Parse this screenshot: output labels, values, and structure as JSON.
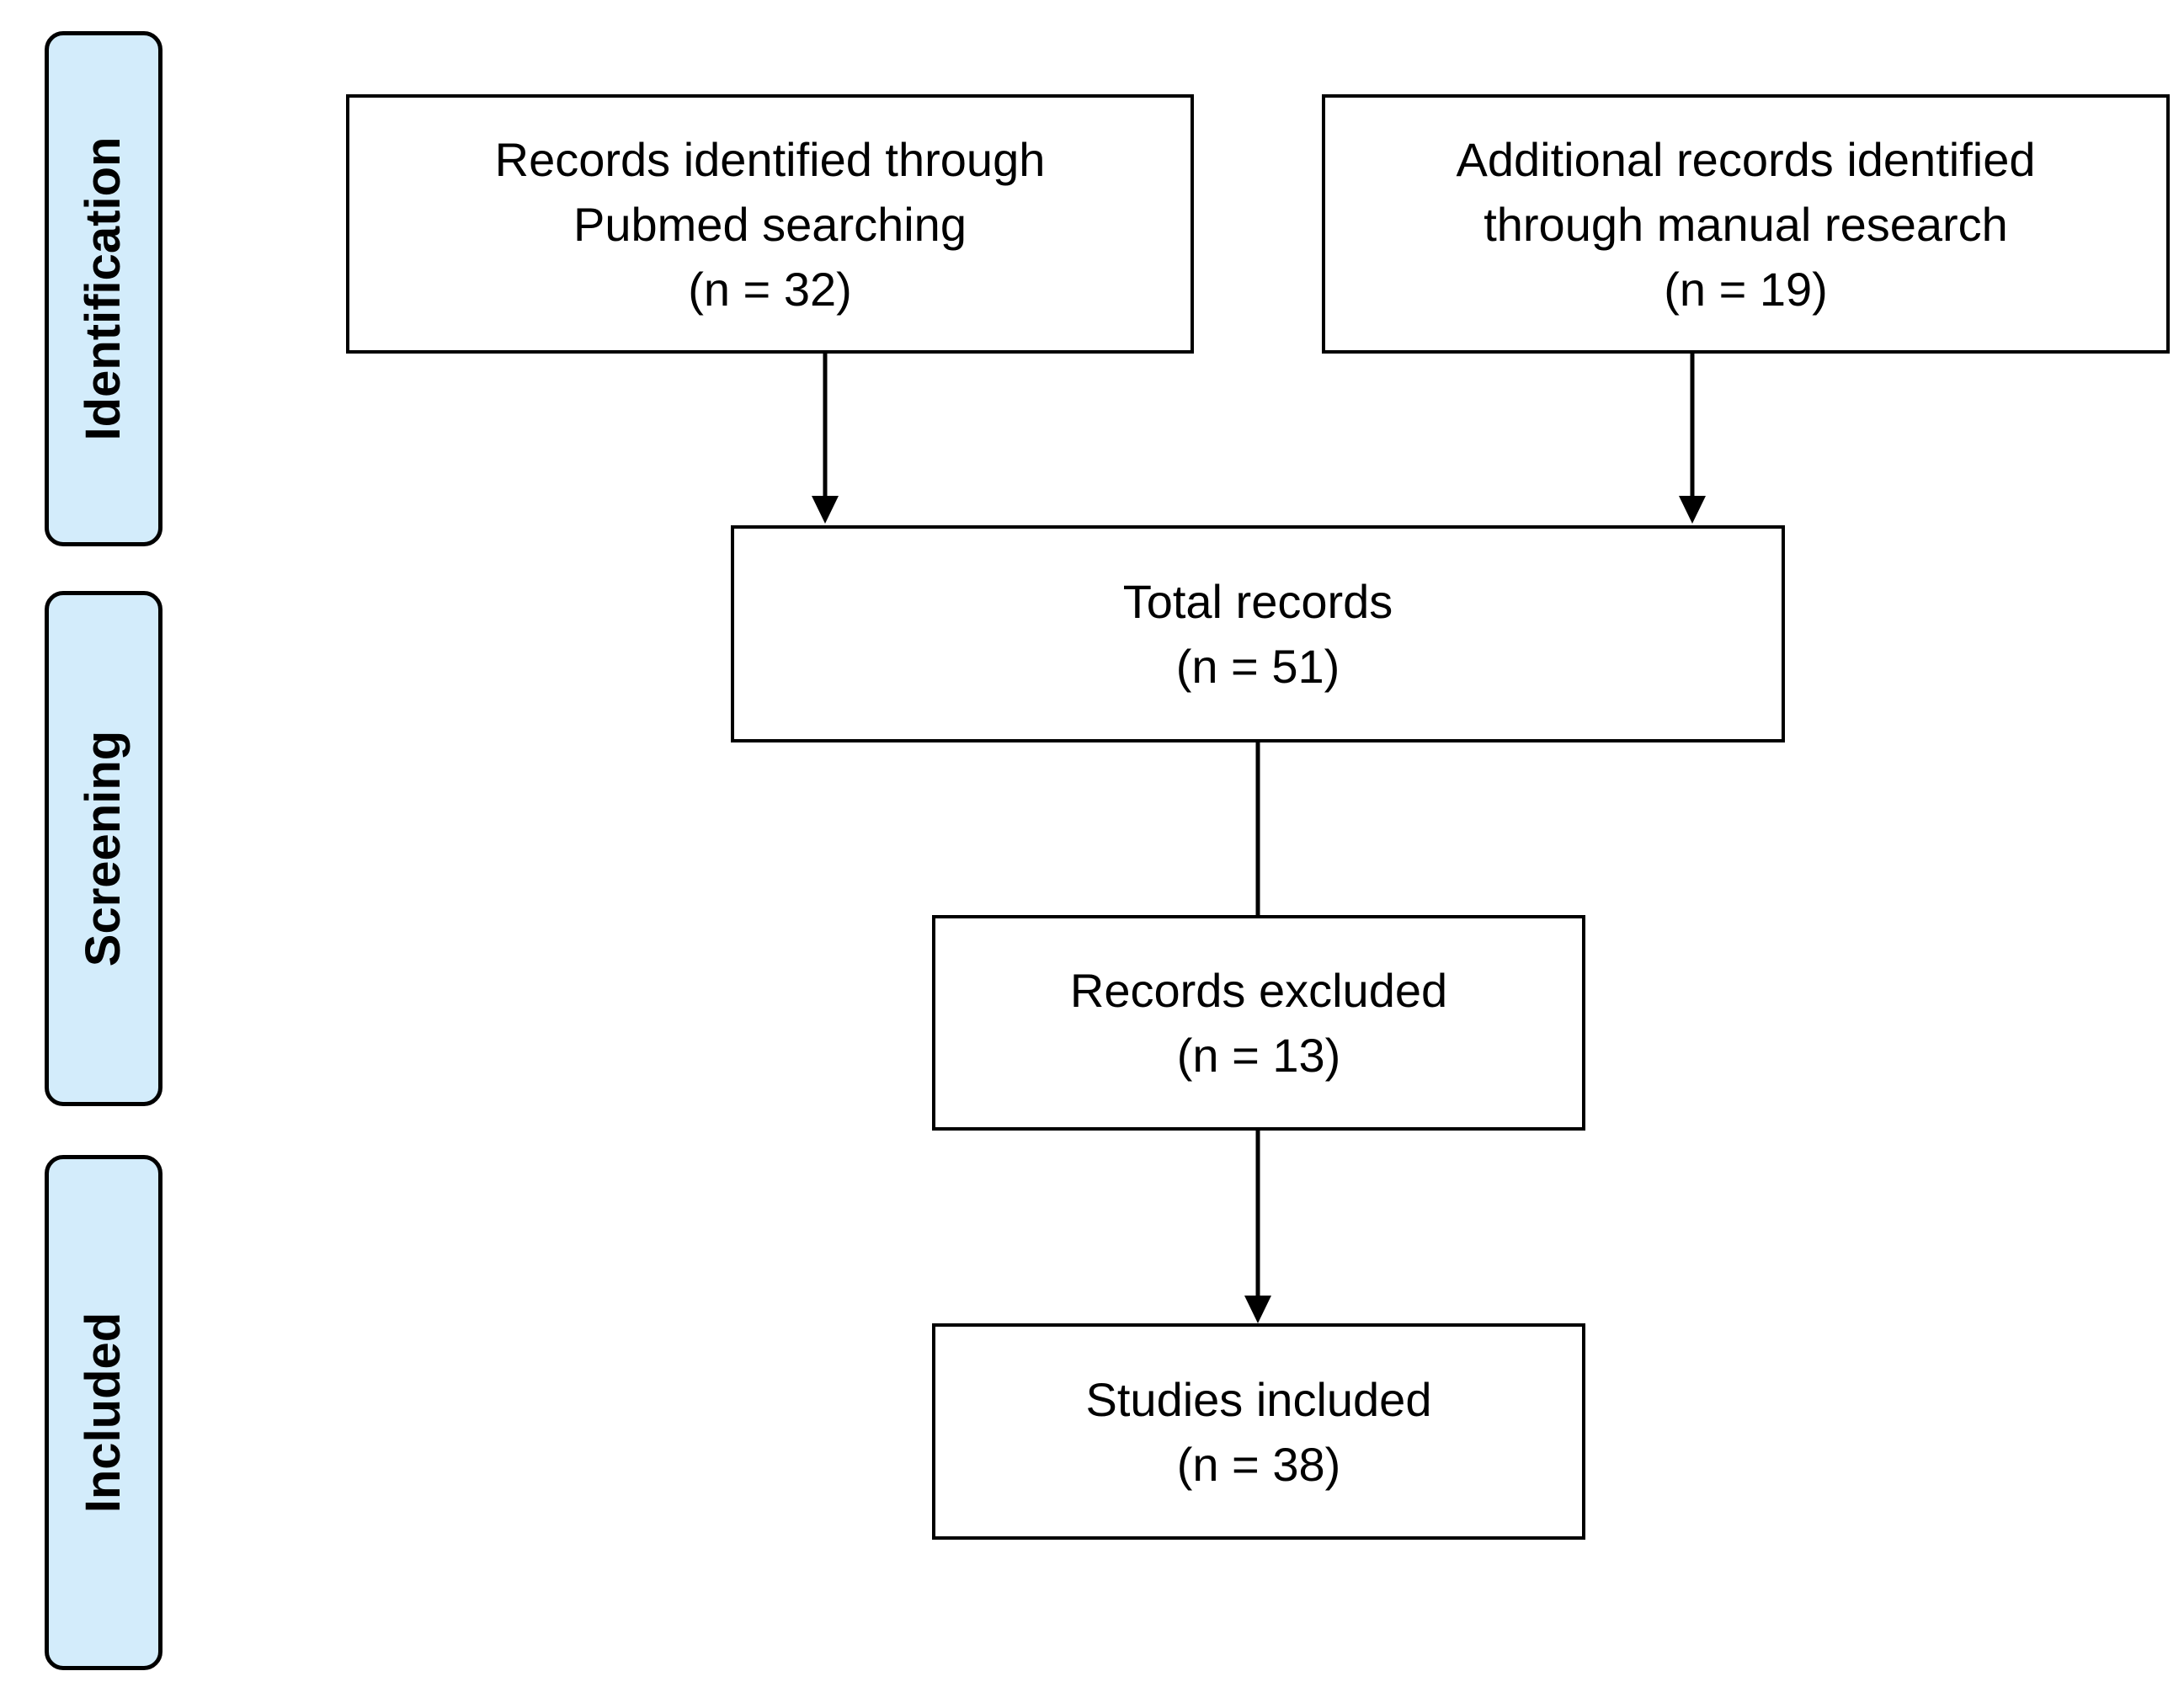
{
  "stages": [
    {
      "label": "Identification"
    },
    {
      "label": "Screening"
    },
    {
      "label": "Included"
    }
  ],
  "boxes": {
    "pubmed": {
      "line1": "Records identified through",
      "line2": "Pubmed searching",
      "count": "(n = 32)"
    },
    "manual": {
      "line1": "Additional records identified",
      "line2": "through manual research",
      "count": "(n = 19)"
    },
    "total": {
      "line1": "Total records",
      "count": "(n = 51)"
    },
    "excluded": {
      "line1": "Records excluded",
      "count": "(n = 13)"
    },
    "included": {
      "line1": "Studies included",
      "count": "(n = 38)"
    }
  }
}
